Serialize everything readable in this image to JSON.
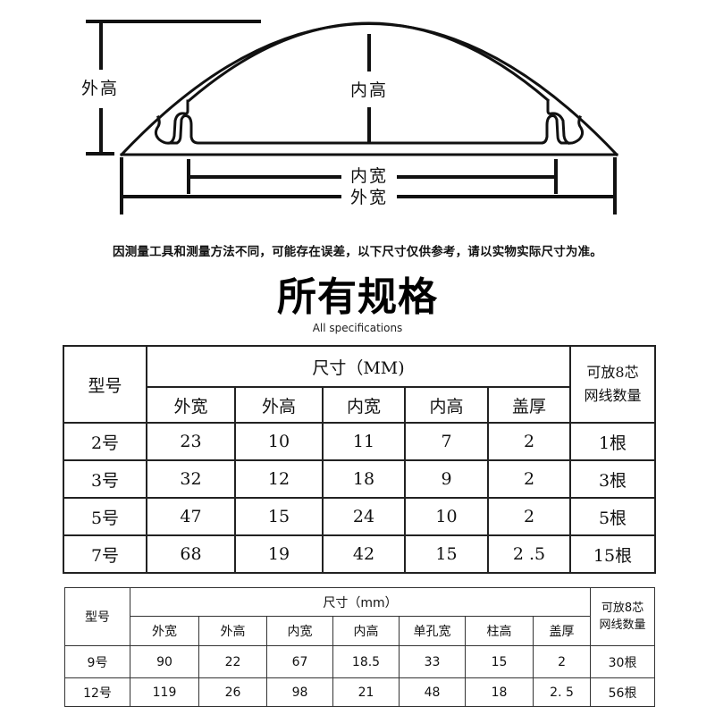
{
  "diagram": {
    "labels": {
      "outer_height": "外高",
      "inner_height": "内高",
      "inner_width": "内宽",
      "outer_width": "外宽"
    },
    "line_color": "#111111"
  },
  "note": "因测量工具和测量方法不同，可能存在误差，以下尺寸仅供参考，请以实物实际尺寸为准。",
  "title": "所有规格",
  "subtitle": "All specifications",
  "table1": {
    "type_header": "型号",
    "dim_header": "尺寸（MM)",
    "capacity_header_line1": "可放8芯",
    "capacity_header_line2": "网线数量",
    "columns": [
      "外宽",
      "外高",
      "内宽",
      "内高",
      "盖厚"
    ],
    "rows": [
      {
        "type": "2号",
        "values": [
          "23",
          "10",
          "11",
          "7",
          "2"
        ],
        "capacity": "1根"
      },
      {
        "type": "3号",
        "values": [
          "32",
          "12",
          "18",
          "9",
          "2"
        ],
        "capacity": "3根"
      },
      {
        "type": "5号",
        "values": [
          "47",
          "15",
          "24",
          "10",
          "2"
        ],
        "capacity": "5根"
      },
      {
        "type": "7号",
        "values": [
          "68",
          "19",
          "42",
          "15",
          "2 .5"
        ],
        "capacity": "15根"
      }
    ]
  },
  "table2": {
    "type_header": "型号",
    "dim_header": "尺寸（mm）",
    "capacity_header_line1": "可放8芯",
    "capacity_header_line2": "网线数量",
    "columns": [
      "外宽",
      "外高",
      "内宽",
      "内高",
      "单孔宽",
      "柱高",
      "盖厚"
    ],
    "rows": [
      {
        "type": "9号",
        "values": [
          "90",
          "22",
          "67",
          "18.5",
          "33",
          "15",
          "2"
        ],
        "capacity": "30根"
      },
      {
        "type": "12号",
        "values": [
          "119",
          "26",
          "98",
          "21",
          "48",
          "18",
          "2. 5"
        ],
        "capacity": "56根"
      }
    ]
  }
}
